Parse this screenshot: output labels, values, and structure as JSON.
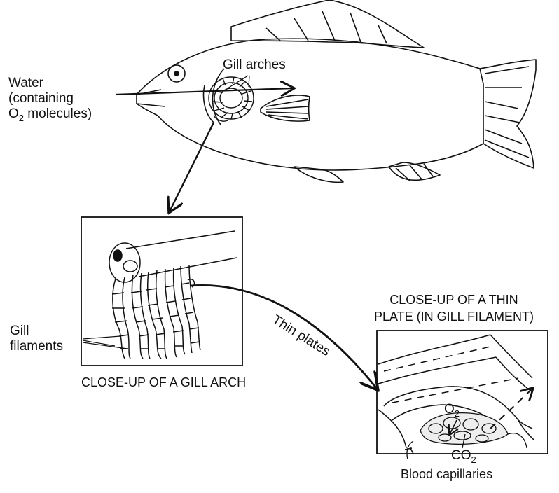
{
  "labels": {
    "water_line1": "Water",
    "water_line2": "(containing",
    "water_line3_pre": "O",
    "water_line3_sub": "2",
    "water_line3_post": " molecules)",
    "gill_arches": "Gill arches",
    "gill_filaments_line1": "Gill",
    "gill_filaments_line2": "filaments",
    "closeup_arch": "CLOSE-UP OF A GILL ARCH",
    "closeup_plate_line1": "CLOSE-UP OF A THIN",
    "closeup_plate_line2": "PLATE (IN GILL FILAMENT)",
    "thin_plates": "Thin plates",
    "o2_pre": "O",
    "o2_sub": "2",
    "co2_pre": "CO",
    "co2_sub": "2",
    "blood_capillaries": "Blood capillaries"
  },
  "colors": {
    "ink": "#111111",
    "paper": "#ffffff"
  }
}
